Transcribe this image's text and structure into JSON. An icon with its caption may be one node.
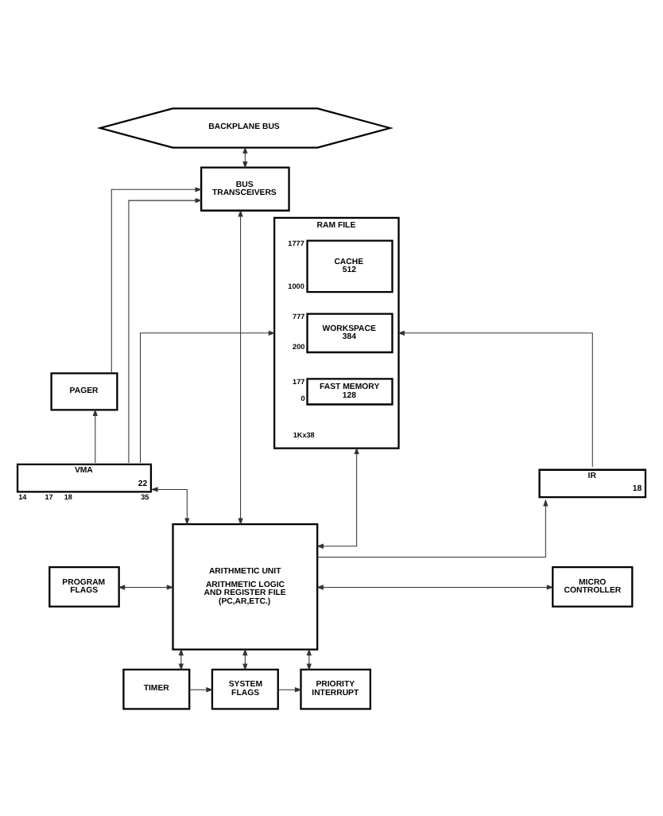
{
  "diagram": {
    "nodes": [
      {
        "text": [
          "BACKPLANE BUS"
        ]
      },
      {
        "text": [
          "BUS TRANSCEIVERS"
        ]
      },
      {
        "text": [
          "PAGER"
        ]
      },
      {
        "text": [
          "RAM FILE"
        ],
        "beside": [
          "1Kx38"
        ]
      },
      {
        "text": [
          "CACHE",
          "512"
        ],
        "in": 3,
        "beside": [
          "1777",
          "1000"
        ]
      },
      {
        "text": [
          "WORKSPACE",
          "384"
        ],
        "in": 3,
        "beside": [
          "777",
          "200"
        ]
      },
      {
        "text": [
          "FAST MEMORY",
          "128"
        ],
        "in": 3,
        "beside": [
          "177",
          "0"
        ]
      },
      {
        "text": [
          "VMA",
          "22"
        ],
        "beside": [
          "14",
          "17",
          "18",
          "35"
        ]
      },
      {
        "text": [
          "ARITHMETIC UNIT",
          "ARITHMETIC LOGIC AND REGISTER FILE (PC,AR,ETC.)"
        ]
      },
      {
        "text": [
          "IR",
          "18"
        ]
      },
      {
        "text": [
          "PROGRAM FLAGS"
        ]
      },
      {
        "text": [
          "MICRO CONTROLLER"
        ]
      },
      {
        "text": [
          "TIMER"
        ]
      },
      {
        "text": [
          "SYSTEM FLAGS"
        ]
      },
      {
        "text": [
          "PRIORITY INTERRUPT"
        ]
      }
    ],
    "edges": [
      {
        "from": 0,
        "to": 1,
        "arrow": "both"
      },
      {
        "from": 2,
        "to": 1,
        "arrow": "to"
      },
      {
        "from": 7,
        "to": 1,
        "arrow": "to"
      },
      {
        "from": 1,
        "to": 8,
        "arrow": "both"
      },
      {
        "from": 7,
        "to": 2,
        "arrow": "to"
      },
      {
        "from": 7,
        "to": 3,
        "arrow": "to"
      },
      {
        "from": 8,
        "to": 3,
        "arrow": "both"
      },
      {
        "from": 9,
        "to": 3,
        "arrow": "to"
      },
      {
        "from": 7,
        "to": 8,
        "arrow": "both"
      },
      {
        "from": 8,
        "to": 9,
        "arrow": "to"
      },
      {
        "from": 10,
        "to": 8,
        "arrow": "both"
      },
      {
        "from": 8,
        "to": 11,
        "arrow": "both"
      },
      {
        "from": 8,
        "to": 12,
        "arrow": "both"
      },
      {
        "from": 8,
        "to": 13,
        "arrow": "both"
      },
      {
        "from": 8,
        "to": 14,
        "arrow": "both"
      },
      {
        "from": 12,
        "to": 13,
        "arrow": "to"
      },
      {
        "from": 13,
        "to": 14,
        "arrow": "to"
      }
    ]
  }
}
